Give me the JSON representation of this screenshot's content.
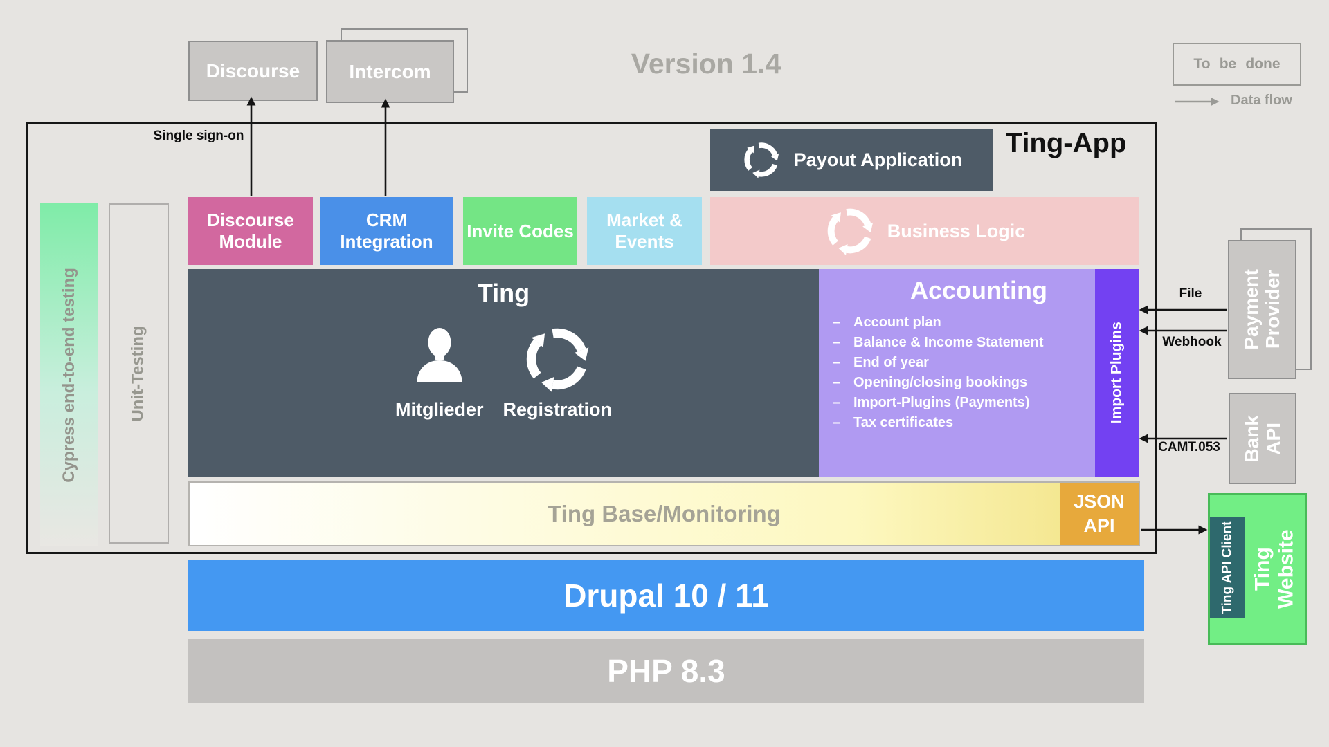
{
  "page": {
    "version": "Version 1.4"
  },
  "legend": {
    "todo": "To be done",
    "dataflow": "Data flow"
  },
  "external": {
    "discourse": "Discourse",
    "intercom": "Intercom"
  },
  "container": {
    "title": "Ting-App",
    "sso": "Single sign-on"
  },
  "payout": {
    "label": "Payout Application"
  },
  "modules": {
    "discourse": "Discourse Module",
    "crm": "CRM Integration",
    "invite": "Invite Codes",
    "market": "Market & Events",
    "business": "Business Logic"
  },
  "ting": {
    "title": "Ting",
    "members": "Mitglieder",
    "registration": "Registration"
  },
  "accounting": {
    "title": "Accounting",
    "bullet": "–",
    "items": [
      "Account plan",
      "Balance & Income Statement",
      "End of year",
      "Opening/closing bookings",
      "Import-Plugins (Payments)",
      "Tax certificates"
    ]
  },
  "import_plugins": {
    "label": "Import Plugins"
  },
  "base": {
    "label": "Ting Base/Monitoring",
    "json_api": "JSON API"
  },
  "testing": {
    "cypress": "Cypress end-to-end testing",
    "unit": "Unit-Testing"
  },
  "platform": {
    "drupal": "Drupal 10 / 11",
    "php": "PHP 8.3"
  },
  "right": {
    "payment": "Payment\nProvider",
    "bank": "Bank\nAPI",
    "website": "Ting\nWebsite",
    "api_client": "Ting API Client",
    "file": "File",
    "webhook": "Webhook",
    "camt": "CAMT.053"
  },
  "colors": {
    "background": "#e6e4e1",
    "dark_slate": "#4e5b67",
    "module_pink": "#d2689f",
    "module_blue": "#4a90e8",
    "module_green": "#74e585",
    "module_lightblue": "#a5dff0",
    "business_salmon": "#f3caca",
    "accounting_purple": "#b09af2",
    "import_purple": "#7341f2",
    "json_orange": "#e7a93c",
    "drupal_blue": "#4498f2",
    "php_gray": "#c3c1bf",
    "website_green": "#72ee85",
    "api_client_teal": "#2e696d",
    "cypress_mint": "#7feca8",
    "gray_box": "#c9c7c5"
  }
}
